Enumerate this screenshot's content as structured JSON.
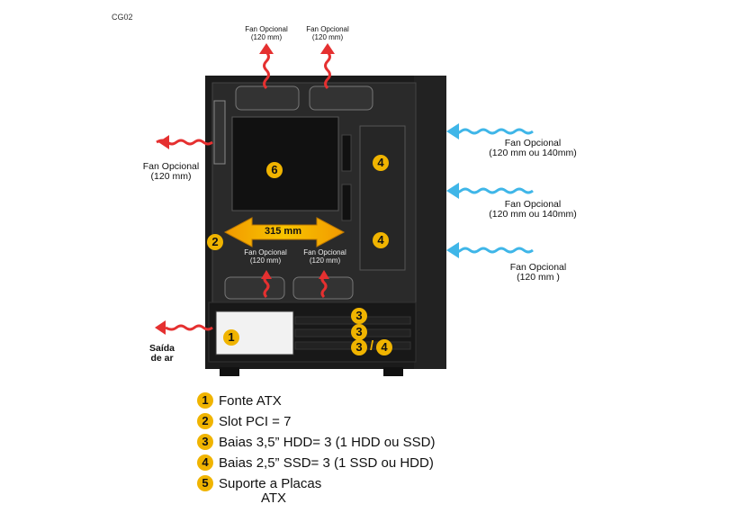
{
  "model": "CG02",
  "fans": {
    "top_left": {
      "line1": "Fan Opcional",
      "line2": "(120 mm)"
    },
    "top_right": {
      "line1": "Fan Opcional",
      "line2": "(120 mm)"
    },
    "rear": {
      "line1": "Fan Opcional",
      "line2": "(120 mm)"
    },
    "front_top": {
      "line1": "Fan Opcional",
      "line2": "(120 mm ou 140mm)"
    },
    "front_mid": {
      "line1": "Fan Opcional",
      "line2": "(120 mm ou 140mm)"
    },
    "front_bottom": {
      "line1": "Fan Opcional",
      "line2": "(120 mm )"
    },
    "shroud_left": {
      "line1": "Fan Opcional",
      "line2": "(120 mm)"
    },
    "shroud_right": {
      "line1": "Fan Opcional",
      "line2": "(120 mm)"
    }
  },
  "exhaust": {
    "line1": "Saída",
    "line2": "de ar"
  },
  "dimension": "315 mm",
  "callouts": {
    "n1": "1",
    "n2": "2",
    "n3a": "3",
    "n3b": "3",
    "n3c": "3",
    "slash": "/",
    "n4a": "4",
    "n4b": "4",
    "n4c": "4",
    "n6": "6"
  },
  "legend": [
    {
      "num": "1",
      "text": "Fonte ATX"
    },
    {
      "num": "2",
      "text": "Slot PCI = 7"
    },
    {
      "num": "3",
      "text": "Baias 3,5” HDD= 3 (1 HDD ou SSD)"
    },
    {
      "num": "4",
      "text": "Baias 2,5” SSD= 3 (1 SSD ou HDD)"
    },
    {
      "num": "5",
      "text": "Suporte a Placas"
    }
  ],
  "legend_sub": "ATX",
  "colors": {
    "badge": "#f0b400",
    "hot_arrow": "#e53030",
    "cold_arrow": "#3fb6e8",
    "case": "#1b1b1b"
  }
}
